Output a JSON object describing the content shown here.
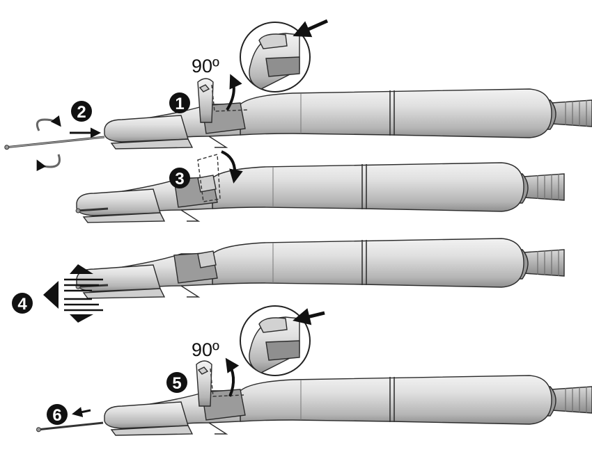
{
  "steps": {
    "s1": "1",
    "s2": "2",
    "s3": "3",
    "s4": "4",
    "s5": "5",
    "s6": "6"
  },
  "angle_labels": {
    "top": "90º",
    "bottom": "90º"
  },
  "colors": {
    "body_light": "#e4e4e4",
    "body_mid": "#b9b9b9",
    "body_dark": "#8c8c8c",
    "outline": "#2b2b2b",
    "arrow": "#111111",
    "badge": "#111111"
  },
  "icons": [
    "rotate-cw-icon",
    "rotate-ccw-icon",
    "arrow-right-icon",
    "arrow-left-icon",
    "curved-arrow-icon",
    "push-arrows-icon",
    "magnifier-callout-icon"
  ]
}
